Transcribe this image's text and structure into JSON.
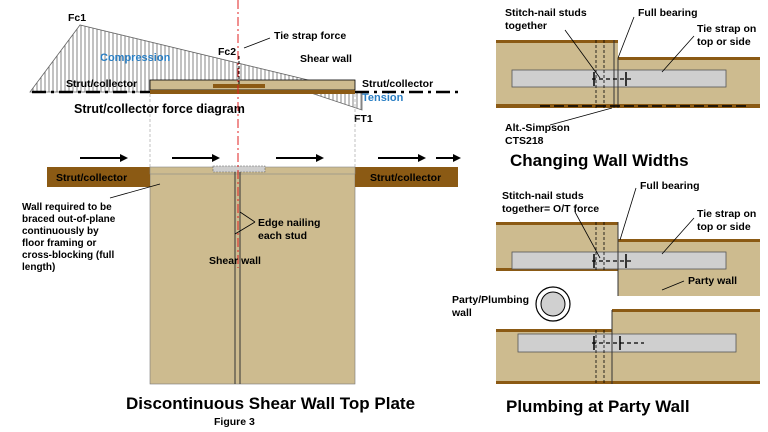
{
  "force_diagram": {
    "fc1": "Fc1",
    "fc2": "Fc2",
    "ft1": "FT1",
    "compression": "Compression",
    "tension": "Tension",
    "tie_strap_force": "Tie strap force",
    "shear_wall": "Shear wall",
    "strut_left": "Strut/collector",
    "strut_right": "Strut/collector",
    "title": "Strut/collector force diagram"
  },
  "elevation": {
    "strut_left": "Strut/collector",
    "strut_right": "Strut/collector",
    "braced_note": [
      "Wall required to be",
      "braced out-of-plane",
      "continuously by",
      "floor framing or",
      "cross-blocking (full",
      "length)"
    ],
    "edge_nailing": [
      "Edge nailing",
      "each stud"
    ],
    "shear_wall": "Shear wall",
    "title": "Discontinuous Shear Wall Top Plate",
    "figure": "Figure 3"
  },
  "changing_widths": {
    "stitch_note": [
      "Stitch-nail studs",
      "together"
    ],
    "full_bearing": "Full bearing",
    "tie_strap": [
      "Tie strap on",
      "top or side"
    ],
    "alt_simpson": [
      "Alt.-Simpson",
      "CTS218"
    ],
    "title": "Changing Wall Widths"
  },
  "party_wall": {
    "stitch_note": [
      "Stitch-nail studs",
      "together= O/T force"
    ],
    "full_bearing": "Full bearing",
    "tie_strap": [
      "Tie strap on",
      "top or side"
    ],
    "party_wall_label": "Party wall",
    "plumbing_label": [
      "Party/Plumbing",
      "wall"
    ],
    "title": "Plumbing at Party Wall"
  },
  "colors": {
    "wall_fill": "#cdbb8f",
    "plate_brown": "#8b5a14",
    "strap_gray": "#cfcfcf",
    "text_blue": "#2a7fc4",
    "red_line": "#e02020"
  }
}
